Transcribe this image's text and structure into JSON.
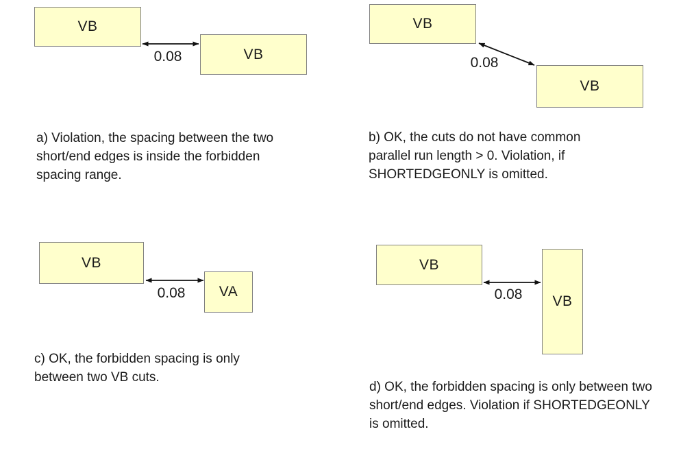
{
  "figure": {
    "background_color": "#ffffff",
    "box_fill_color": "#ffffcc",
    "box_border_color": "#808080",
    "arrow_color": "#111111",
    "text_color": "#1a1a1a"
  },
  "panels": {
    "a": {
      "boxes": [
        {
          "label": "VB"
        },
        {
          "label": "VB"
        }
      ],
      "spacing": "0.08",
      "caption": "a) Violation, the spacing between the two\nshort/end edges is inside the forbidden\nspacing range."
    },
    "b": {
      "boxes": [
        {
          "label": "VB"
        },
        {
          "label": "VB"
        }
      ],
      "spacing": "0.08",
      "caption": "b) OK, the cuts do not have common\nparallel run length > 0. Violation, if\nSHORTEDGEONLY is omitted."
    },
    "c": {
      "boxes": [
        {
          "label": "VB"
        },
        {
          "label": "VA"
        }
      ],
      "spacing": "0.08",
      "caption": "c) OK, the forbidden spacing is only\nbetween two VB cuts."
    },
    "d": {
      "boxes": [
        {
          "label": "VB"
        },
        {
          "label": "VB"
        }
      ],
      "spacing": "0.08",
      "caption": "d) OK, the forbidden spacing is only between two\nshort/end edges. Violation if SHORTEDGEONLY\nis omitted."
    }
  }
}
